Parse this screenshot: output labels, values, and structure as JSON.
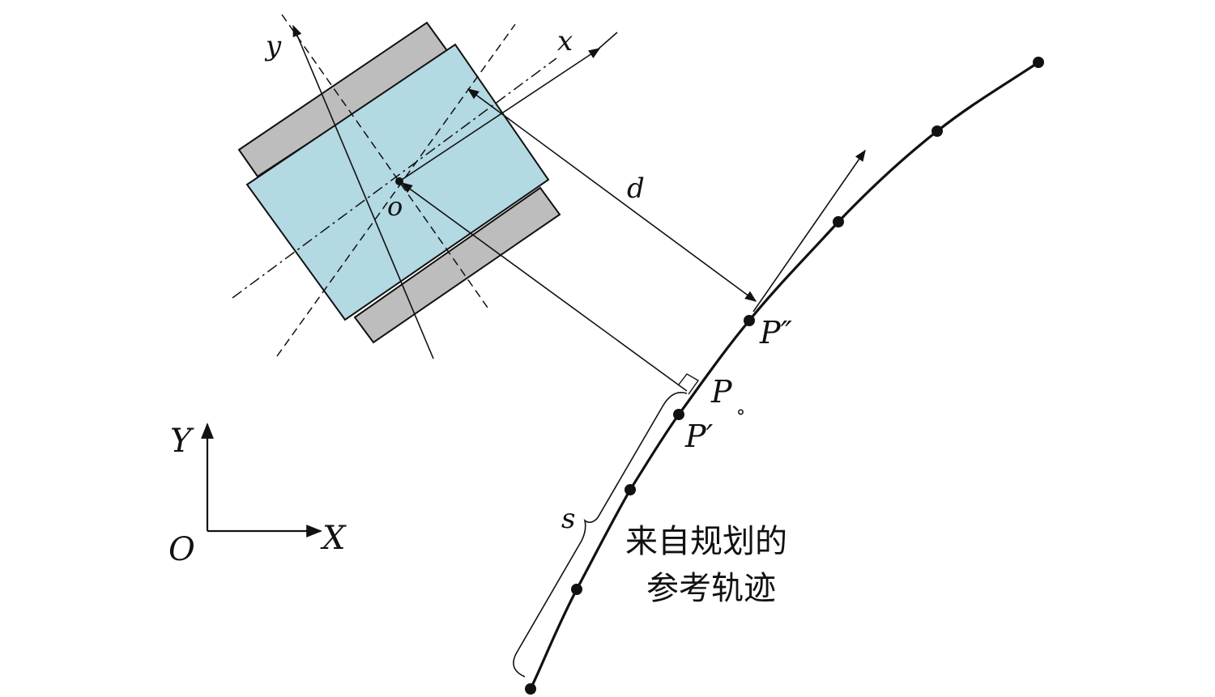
{
  "labels": {
    "axis_x_local": "x",
    "axis_y_local": "y",
    "origin_local": "o",
    "distance": "d",
    "axis_x_global": "X",
    "axis_y_global": "Y",
    "origin_global": "O",
    "point_p_double_prime": "P″",
    "point_p": "P",
    "point_p_sub": "°",
    "point_p_prime": "P′",
    "arc_length": "s"
  },
  "caption": {
    "line1": "来自规划的",
    "line2": "参考轨迹"
  },
  "colors": {
    "vehicle_body": "#b3d9e3",
    "wheel": "#bdbdbd",
    "line": "#111111"
  }
}
